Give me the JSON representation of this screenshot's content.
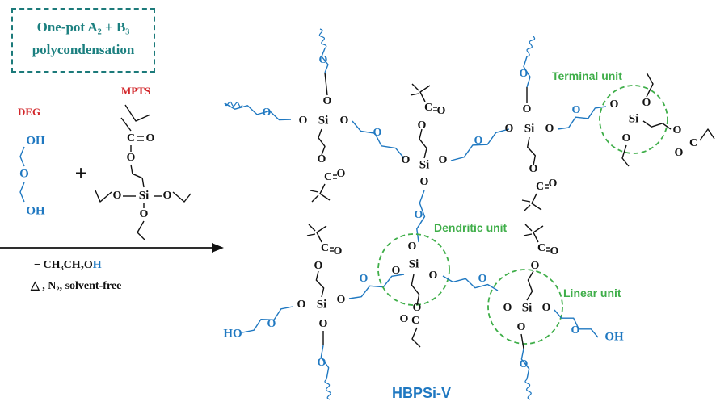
{
  "box": {
    "line1": "One-pot A₂ + B₃",
    "line2": "polycondensation"
  },
  "reagents": {
    "deg": "DEG",
    "mpts": "MPTS",
    "plus": "+"
  },
  "conditions": {
    "line1_prefix": "− CH₃CH₂O",
    "line1_h": "H",
    "line2": "△ , N₂, solvent-free"
  },
  "labels": {
    "terminal": "Terminal unit",
    "dendritic": "Dendritic unit",
    "linear": "Linear unit"
  },
  "product": "HBPSi-V",
  "atoms": {
    "si": "Si",
    "o": "O",
    "oh": "OH",
    "ho": "HO",
    "c": "C"
  },
  "colors": {
    "blue": "#1f78c1",
    "green": "#3fae49",
    "red": "#d2262a",
    "teal": "#1c7a7a",
    "black": "#111111"
  }
}
